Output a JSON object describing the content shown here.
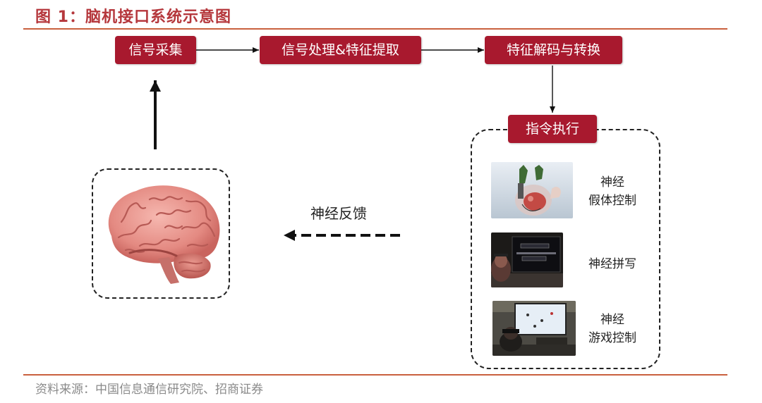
{
  "figure": {
    "title": "图 1：脑机接口系统示意图",
    "source": "资料来源：中国信息通信研究院、招商证券"
  },
  "stages": {
    "acquisition": "信号采集",
    "processing": "信号处理&特征提取",
    "decoding": "特征解码与转换",
    "execution": "指令执行"
  },
  "feedback": {
    "label": "神经反馈"
  },
  "applications": [
    {
      "line1": "神经",
      "line2": "假体控制"
    },
    {
      "line1": "神经拼写",
      "line2": ""
    },
    {
      "line1": "神经",
      "line2": "游戏控制"
    }
  ],
  "colors": {
    "stage_fill": "#a8192e",
    "title": "#b5373c",
    "rule": "#c9603e"
  }
}
